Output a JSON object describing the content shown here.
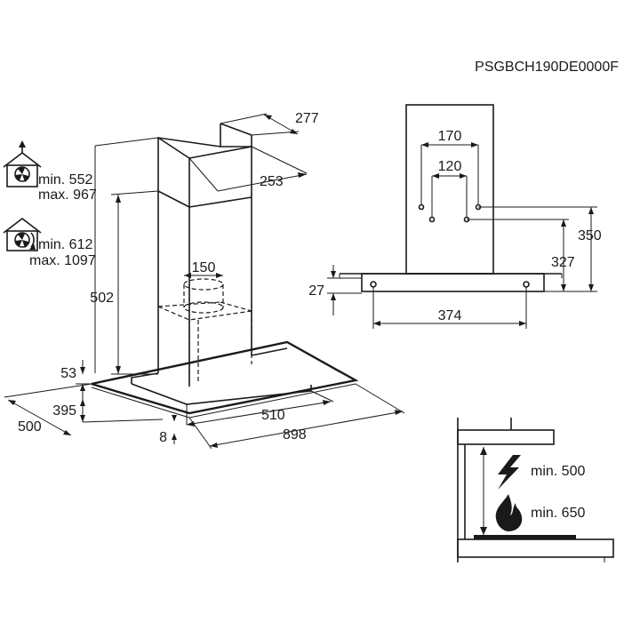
{
  "model_code": "PSGBCH190DE0000F",
  "icons": {
    "extraction": "house-fan-extraction-icon",
    "recirculation": "house-recirculation-icon",
    "electric_hob": "lightning-icon",
    "gas_hob": "flame-icon"
  },
  "left_view": {
    "top_depth": "277",
    "top_width": "253",
    "outlet": "150",
    "chimney_height": "502",
    "canopy_thickness": "53",
    "side_depth_395": "395",
    "side_depth_500": "500",
    "width_510": "510",
    "width_898": "898",
    "glass_thickness": "8",
    "extraction_min": "min. 552",
    "extraction_max": "max. 967",
    "recirculation_min": "min. 612",
    "recirculation_max": "max. 1097"
  },
  "right_view": {
    "bracket_170": "170",
    "bracket_120": "120",
    "height_350": "350",
    "height_327": "327",
    "thickness_27": "27",
    "width_374": "374"
  },
  "clearance": {
    "electric_min": "min. 500",
    "gas_min": "min. 650"
  }
}
